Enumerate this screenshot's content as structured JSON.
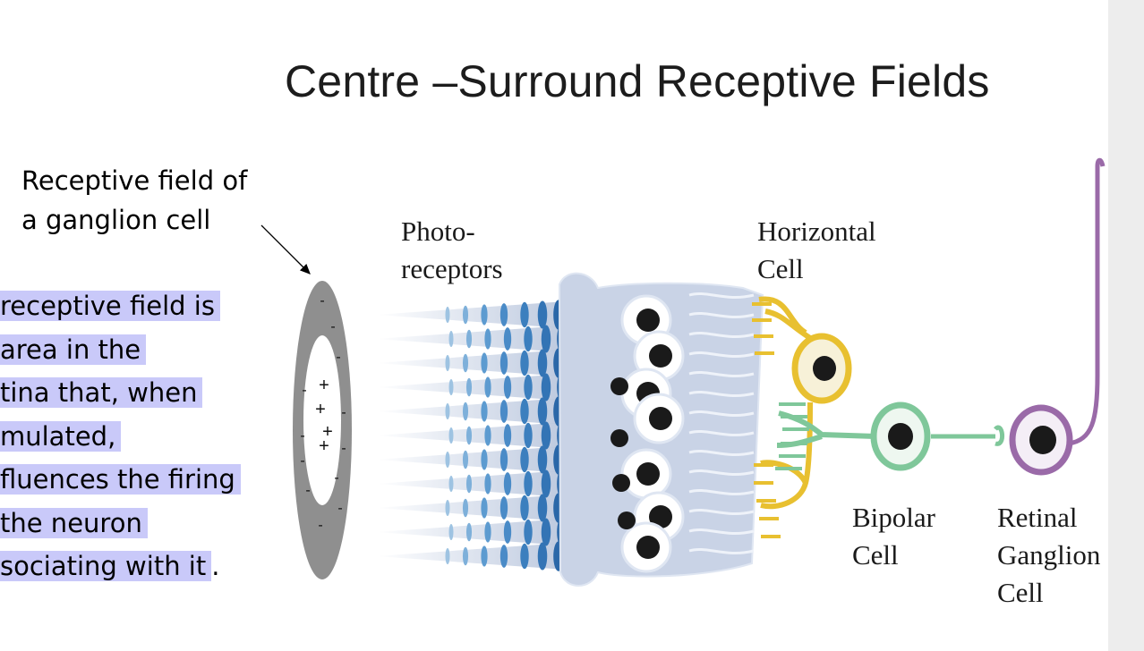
{
  "title": "Centre –Surround Receptive Fields",
  "callout": {
    "line1": "Receptive field of",
    "line2": "a ganglion cell"
  },
  "definition": {
    "lines": [
      "receptive field is",
      " area in the",
      "tina that, when",
      "mulated,",
      "fluences the firing",
      " the neuron",
      "sociating with it"
    ],
    "trailing": "."
  },
  "labels": {
    "photoreceptors": [
      "Photo-",
      "receptors"
    ],
    "horizontal": [
      "Horizontal",
      "Cell"
    ],
    "bipolar": [
      "Bipolar",
      "Cell"
    ],
    "ganglion": [
      "Retinal",
      "Ganglion",
      "Cell"
    ]
  },
  "field_signs": {
    "centre": "+",
    "surround": "-"
  },
  "colors": {
    "highlight": "#c9c9f9",
    "field_disc": "#8e8e8e",
    "photoreceptor_blue": "#2f6fae",
    "retina_tissue": "#c9d3e6",
    "horizontal_cell": "#e8c030",
    "bipolar_cell": "#7fc79a",
    "ganglion_cell": "#9a6aa8",
    "nucleus": "#1a1a1a"
  }
}
